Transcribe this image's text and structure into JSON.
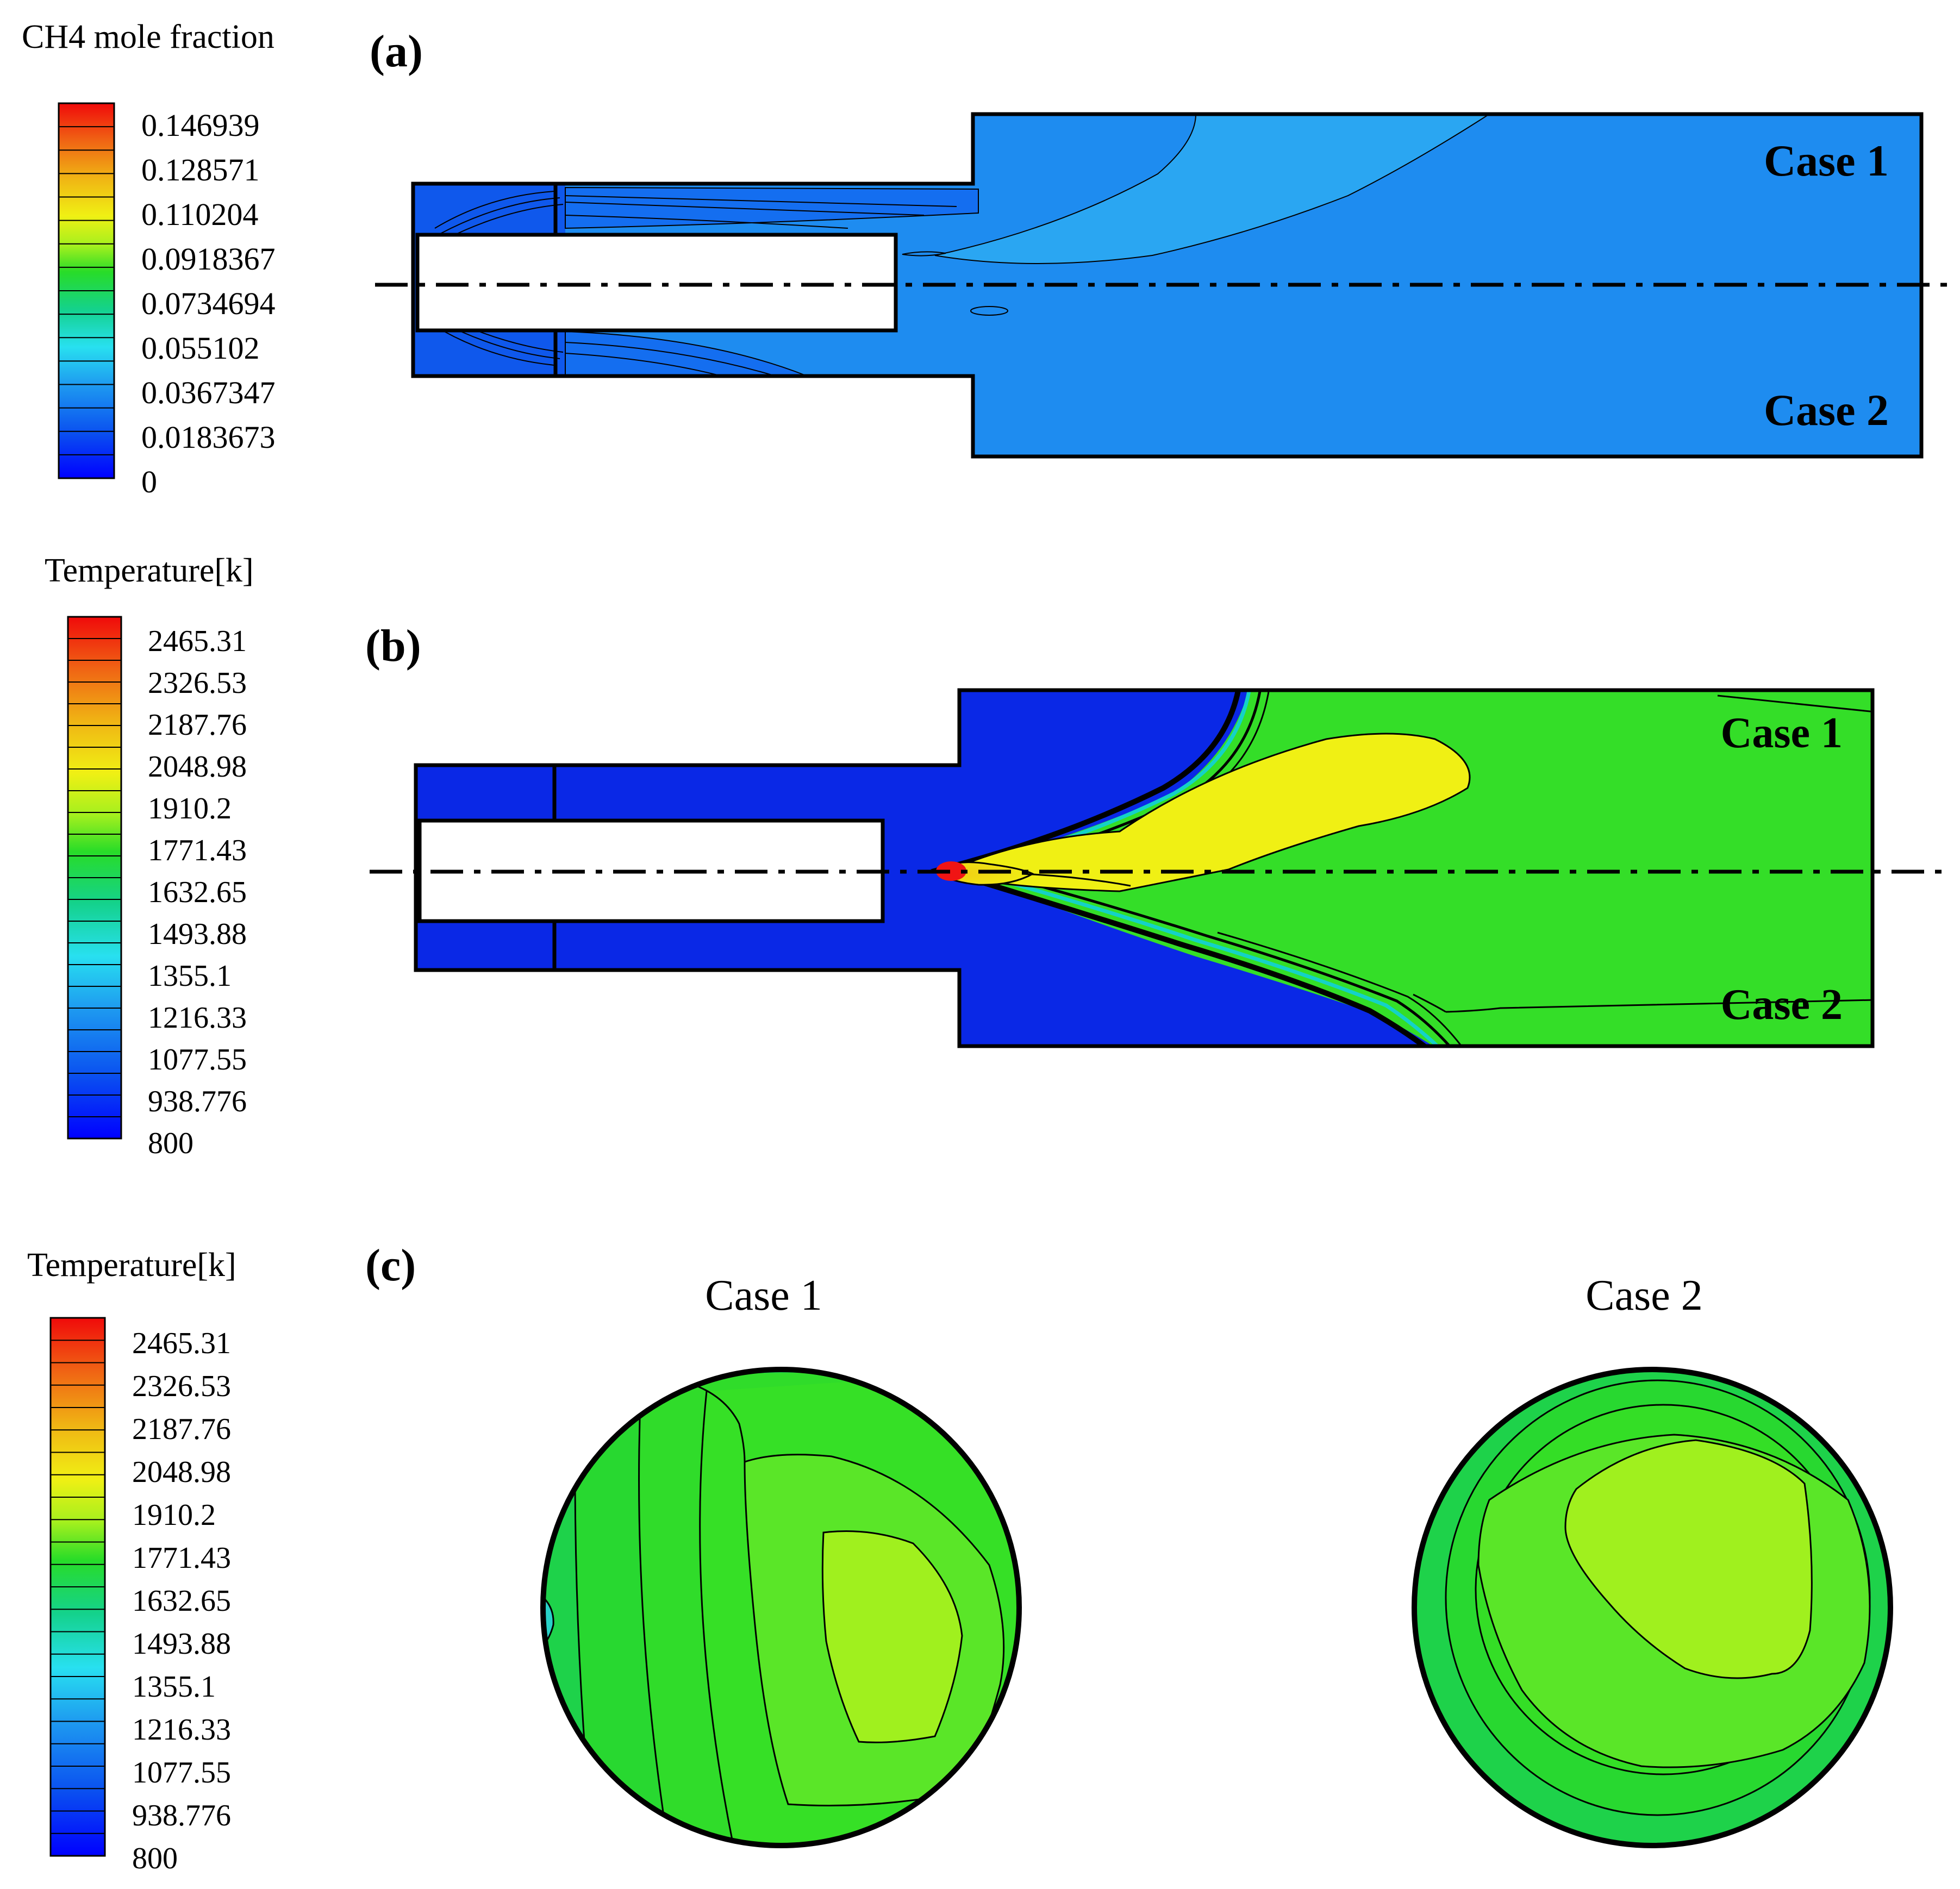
{
  "colors": {
    "scale": [
      "#0000ff",
      "#0a3cf5",
      "#0f6ee8",
      "#1ea0f0",
      "#28d2f0",
      "#3ceecc",
      "#14d28c",
      "#1ed24a",
      "#3ce628",
      "#a4f01e",
      "#f0f014",
      "#f0c814",
      "#f08c14",
      "#f05014",
      "#f01414"
    ],
    "ch4_field": "#1e8cf0",
    "temp_cold": "#0a28e6",
    "temp_hot": "#a0f01e",
    "temp_mid": "#34de28",
    "temp_peak": "#f0f014"
  },
  "panel_a": {
    "label": "(a)",
    "legend_title": "CH4 mole fraction",
    "legend_ticks": [
      "0.146939",
      "0.128571",
      "0.110204",
      "0.0918367",
      "0.0734694",
      "0.055102",
      "0.0367347",
      "0.0183673",
      "0"
    ],
    "case_top": "Case 1",
    "case_bottom": "Case 2"
  },
  "panel_b": {
    "label": "(b)",
    "legend_title": "Temperature[k]",
    "legend_ticks": [
      "2465.31",
      "2326.53",
      "2187.76",
      "2048.98",
      "1910.2",
      "1771.43",
      "1632.65",
      "1493.88",
      "1355.1",
      "1216.33",
      "1077.55",
      "938.776",
      "800"
    ],
    "case_top": "Case 1",
    "case_bottom": "Case 2"
  },
  "panel_c": {
    "label": "(c)",
    "legend_title": "Temperature[k]",
    "legend_ticks": [
      "2465.31",
      "2326.53",
      "2187.76",
      "2048.98",
      "1910.2",
      "1771.43",
      "1632.65",
      "1493.88",
      "1355.1",
      "1216.33",
      "1077.55",
      "938.776",
      "800"
    ],
    "case_left": "Case 1",
    "case_right": "Case 2"
  }
}
